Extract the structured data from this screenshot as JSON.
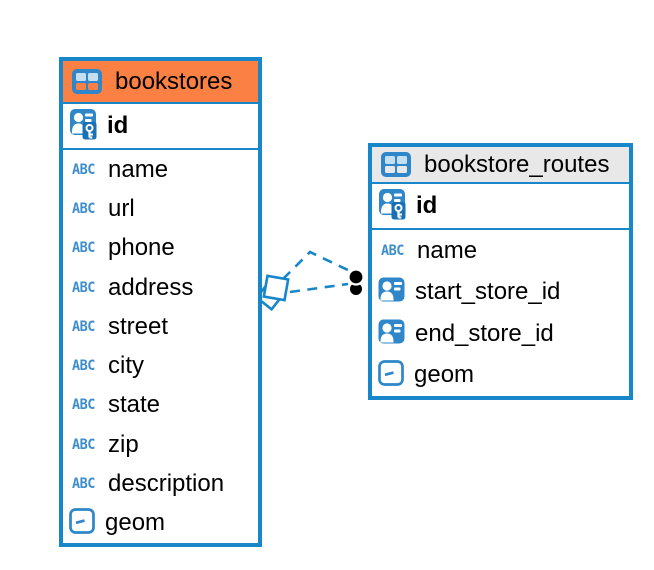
{
  "diagram": {
    "background": "#FFFFFF",
    "accent_blue": "#1787C9",
    "icons": {
      "text_type_label": "ABC"
    },
    "tables": [
      {
        "name": "bookstores",
        "header_color": "#FB8043",
        "primary_key": {
          "name": "id"
        },
        "columns": [
          {
            "name": "name",
            "type_icon": "text-type-icon"
          },
          {
            "name": "url",
            "type_icon": "text-type-icon"
          },
          {
            "name": "phone",
            "type_icon": "text-type-icon"
          },
          {
            "name": "address",
            "type_icon": "text-type-icon"
          },
          {
            "name": "street",
            "type_icon": "text-type-icon"
          },
          {
            "name": "city",
            "type_icon": "text-type-icon"
          },
          {
            "name": "state",
            "type_icon": "text-type-icon"
          },
          {
            "name": "zip",
            "type_icon": "text-type-icon"
          },
          {
            "name": "description",
            "type_icon": "text-type-icon"
          },
          {
            "name": "geom",
            "type_icon": "geometry-type-icon"
          }
        ]
      },
      {
        "name": "bookstore_routes",
        "header_color": "#E8E8E8",
        "primary_key": {
          "name": "id"
        },
        "columns": [
          {
            "name": "name",
            "type_icon": "text-type-icon"
          },
          {
            "name": "start_store_id",
            "type_icon": "foreign-key-icon"
          },
          {
            "name": "end_store_id",
            "type_icon": "foreign-key-icon"
          },
          {
            "name": "geom",
            "type_icon": "geometry-type-icon"
          }
        ]
      }
    ],
    "relationships": [
      {
        "from_table": "bookstore_routes",
        "from_column": "start_store_id",
        "to_table": "bookstores",
        "to_column": "id",
        "line_style": "dashed",
        "source_marker": "diamond",
        "target_marker": "dot"
      },
      {
        "from_table": "bookstore_routes",
        "from_column": "end_store_id",
        "to_table": "bookstores",
        "to_column": "id",
        "line_style": "dashed",
        "source_marker": "diamond",
        "target_marker": "dot"
      }
    ]
  }
}
